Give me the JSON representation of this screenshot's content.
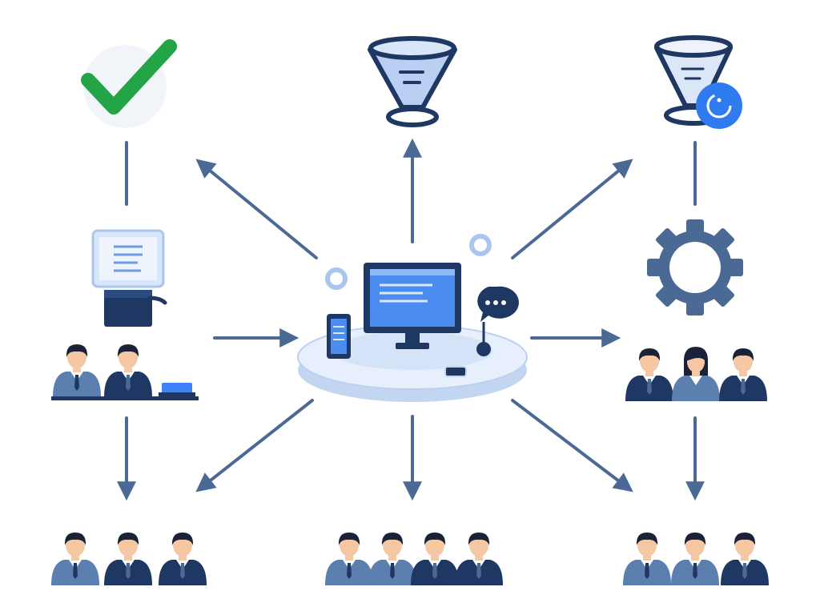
{
  "diagram": {
    "nodes": [
      {
        "id": "central-hub",
        "kind": "computer-platform"
      },
      {
        "id": "approval",
        "kind": "check-icon"
      },
      {
        "id": "filter-top",
        "kind": "funnel-icon"
      },
      {
        "id": "filter-timed",
        "kind": "funnel-clock-icon"
      },
      {
        "id": "document-printer",
        "kind": "document-icon"
      },
      {
        "id": "settings",
        "kind": "gear-icon"
      },
      {
        "id": "desk-team",
        "kind": "people-group",
        "count": 2
      },
      {
        "id": "right-team",
        "kind": "people-group",
        "count": 3
      },
      {
        "id": "bottom-left-team",
        "kind": "people-group",
        "count": 3
      },
      {
        "id": "bottom-center-team",
        "kind": "people-group",
        "count": 4
      },
      {
        "id": "bottom-right-team",
        "kind": "people-group",
        "count": 3
      }
    ],
    "edges": [
      {
        "from": "central-hub",
        "to": "approval",
        "arrow": true
      },
      {
        "from": "central-hub",
        "to": "filter-top",
        "arrow": true
      },
      {
        "from": "central-hub",
        "to": "filter-timed",
        "arrow": true
      },
      {
        "from": "desk-team",
        "to": "central-hub",
        "arrow": true
      },
      {
        "from": "central-hub",
        "to": "right-team",
        "arrow": true
      },
      {
        "from": "central-hub",
        "to": "bottom-left-team",
        "arrow": true
      },
      {
        "from": "central-hub",
        "to": "bottom-center-team",
        "arrow": true
      },
      {
        "from": "central-hub",
        "to": "bottom-right-team",
        "arrow": true
      },
      {
        "from": "approval",
        "to": "document-printer",
        "arrow": false
      },
      {
        "from": "filter-timed",
        "to": "settings",
        "arrow": false
      },
      {
        "from": "desk-team",
        "to": "bottom-left-team",
        "arrow": true
      },
      {
        "from": "right-team",
        "to": "bottom-right-team",
        "arrow": true
      }
    ]
  },
  "colors": {
    "navy": "#1f3763",
    "steel": "#4a6a95",
    "blue": "#3b82f6",
    "lightblue": "#cfe0f7",
    "green": "#22a447",
    "skin": "#f6c7a3",
    "hair": "#1a2238"
  }
}
